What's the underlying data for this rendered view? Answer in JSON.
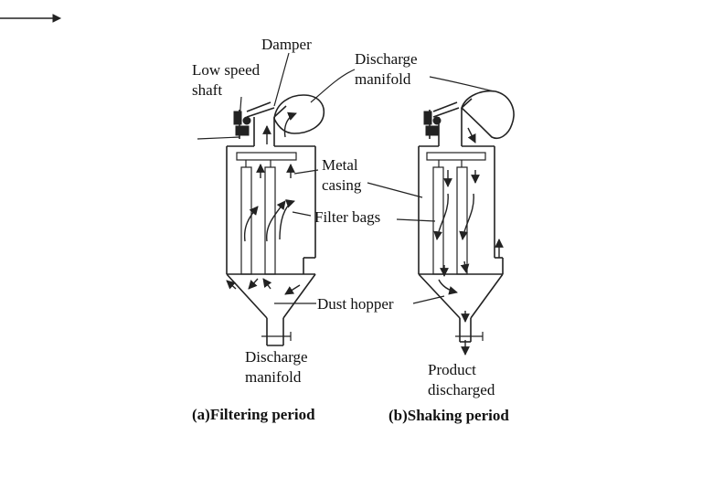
{
  "labels": {
    "damper": "Damper",
    "low_speed_1": "Low speed",
    "low_speed_2": "shaft",
    "discharge_manifold_top_1": "Discharge",
    "discharge_manifold_top_2": "manifold",
    "metal_casing_1": "Metal",
    "metal_casing_2": "casing",
    "filter_bags": "Filter bags",
    "dust_hopper": "Dust hopper",
    "discharge_manifold_bottom_1": "Discharge",
    "discharge_manifold_bottom_2": "manifold",
    "product_discharged_1": "Product",
    "product_discharged_2": "discharged"
  },
  "captions": {
    "a": "(a)Filtering period",
    "b": "(b)Shaking period"
  },
  "colors": {
    "line": "#222222",
    "text": "#111111",
    "background": "#ffffff"
  }
}
